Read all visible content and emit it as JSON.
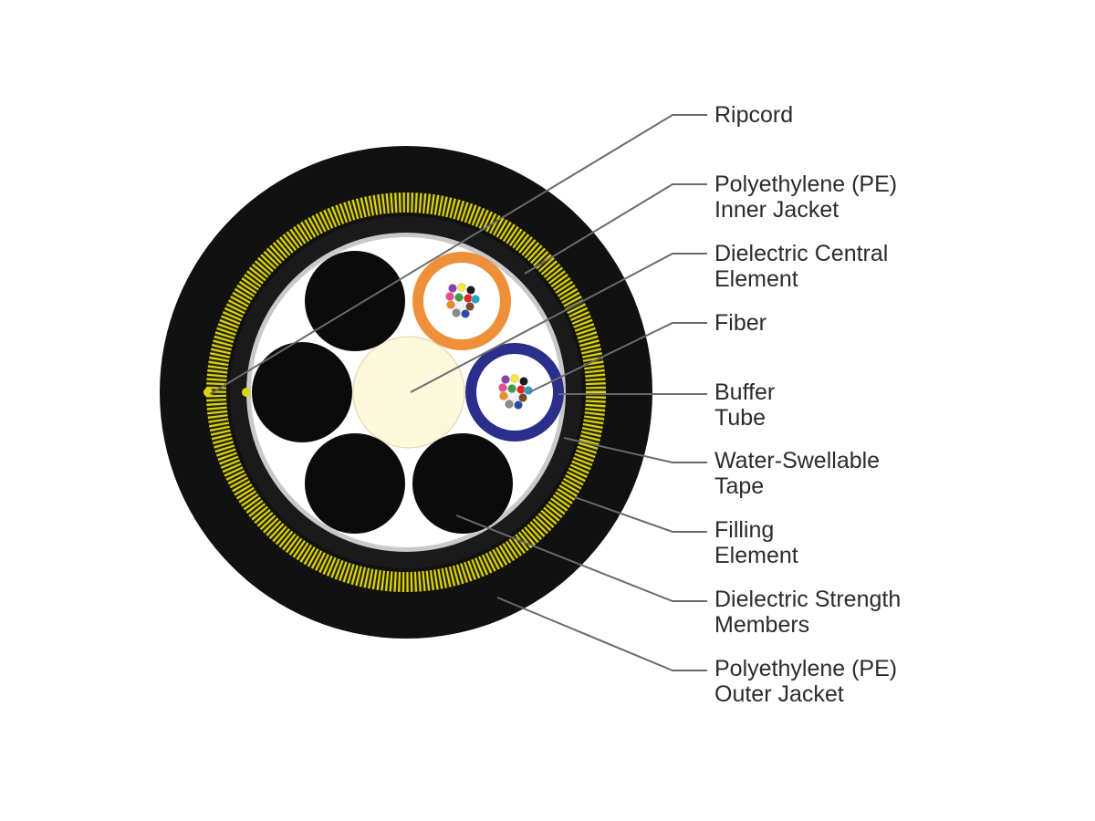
{
  "colors": {
    "outer_jacket": "#111111",
    "strength_stripe": "#d8d416",
    "strength_base": "#2a2600",
    "inner_jacket": "#1a1a1a",
    "tape": "#c9c9c9",
    "core_background": "#ffffff",
    "central_element": "#fbf8dc",
    "tube_orange": "#ef8f3a",
    "tube_blue": "#2b2f8c",
    "filling_element": "#0b0b0b",
    "ripcord": "#d8d416",
    "leader_line": "#6a6a6a"
  },
  "fiber_colors": [
    "#8d3fae",
    "#f2e93c",
    "#1a1a1a",
    "#e94e8c",
    "#3aa04a",
    "#e6232c",
    "#2aa3c2",
    "#f08a2b",
    "#f4f4f4",
    "#7a4a2a",
    "#8a8a8a",
    "#2b4ca8"
  ],
  "labels": [
    {
      "id": "ripcord",
      "lines": [
        "Ripcord"
      ]
    },
    {
      "id": "inner-jacket",
      "lines": [
        "Polyethylene (PE)",
        "Inner Jacket"
      ]
    },
    {
      "id": "central-element",
      "lines": [
        "Dielectric Central",
        "Element"
      ]
    },
    {
      "id": "fiber",
      "lines": [
        "Fiber"
      ]
    },
    {
      "id": "buffer-tube",
      "lines": [
        "Buffer",
        "Tube"
      ]
    },
    {
      "id": "water-swellable-tape",
      "lines": [
        "Water-Swellable",
        "Tape"
      ]
    },
    {
      "id": "filling-element",
      "lines": [
        "Filling",
        "Element"
      ]
    },
    {
      "id": "strength-members",
      "lines": [
        "Dielectric Strength",
        "Members"
      ]
    },
    {
      "id": "outer-jacket",
      "lines": [
        "Polyethylene (PE)",
        "Outer Jacket"
      ]
    }
  ]
}
